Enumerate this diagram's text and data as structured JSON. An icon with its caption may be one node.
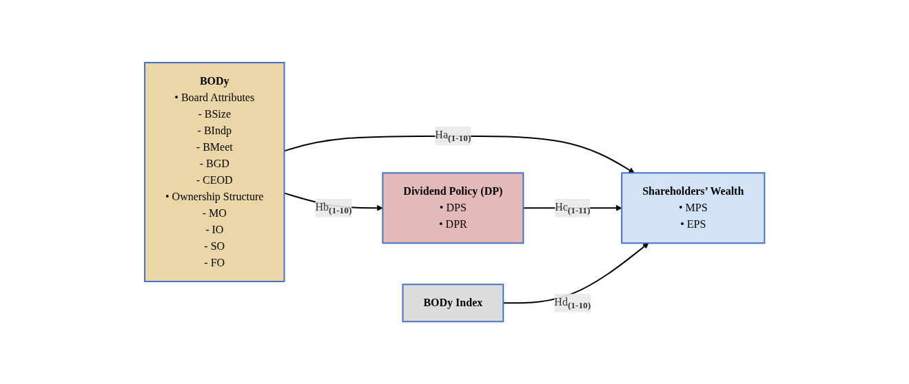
{
  "diagram": {
    "nodes": [
      {
        "text": [
          "BODy",
          "• Board Attributes",
          "- BSize",
          "- BIndp",
          "- BMeet",
          "- BGD",
          "- CEOD",
          "• Ownership Structure",
          "- MO",
          "- IO",
          "- SO",
          "- FO"
        ]
      },
      {
        "text": [
          "Dividend Policy (DP)",
          "• DPS",
          "• DPR"
        ]
      },
      {
        "text": [
          "Shareholders’ Wealth",
          "• MPS",
          "• EPS"
        ]
      },
      {
        "text": [
          "BODy Index"
        ]
      }
    ],
    "edges": [
      {
        "from": 0,
        "to": 2,
        "arrow": "to",
        "label": "Ha$_{(1-10)}$"
      },
      {
        "from": 0,
        "to": 1,
        "arrow": "to",
        "label": "Hb$_{(1-10)}$"
      },
      {
        "from": 1,
        "to": 2,
        "arrow": "to",
        "label": "Hc$_{(1-11)}$"
      },
      {
        "from": 3,
        "to": 2,
        "arrow": "to",
        "label": "Hd$_{(1-10)}$"
      }
    ]
  }
}
